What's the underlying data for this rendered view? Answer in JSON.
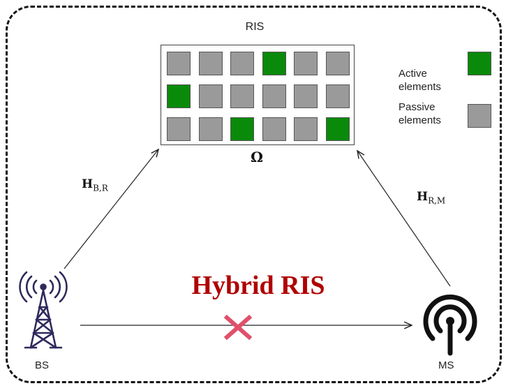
{
  "title": "Hybrid RIS",
  "ris_label": "RIS",
  "omega_label": "Ω",
  "legend": {
    "active": {
      "line1": "Active",
      "line2": "elements",
      "color": "#0a8a0a"
    },
    "passive": {
      "line1": "Passive",
      "line2": "elements",
      "color": "#9a9a9a"
    }
  },
  "grid": {
    "rows": [
      [
        "passive",
        "passive",
        "passive",
        "active",
        "passive",
        "passive"
      ],
      [
        "active",
        "passive",
        "passive",
        "passive",
        "passive",
        "passive"
      ],
      [
        "passive",
        "passive",
        "active",
        "passive",
        "passive",
        "active"
      ]
    ]
  },
  "channels": {
    "bs_ris": {
      "main": "H",
      "sub": "B,R"
    },
    "ris_ms": {
      "main": "H",
      "sub": "R,M"
    }
  },
  "nodes": {
    "bs": "BS",
    "ms": "MS"
  },
  "colors": {
    "blocked": "#e0506a",
    "tower": "#2e2a5c",
    "title": "#b00000"
  }
}
